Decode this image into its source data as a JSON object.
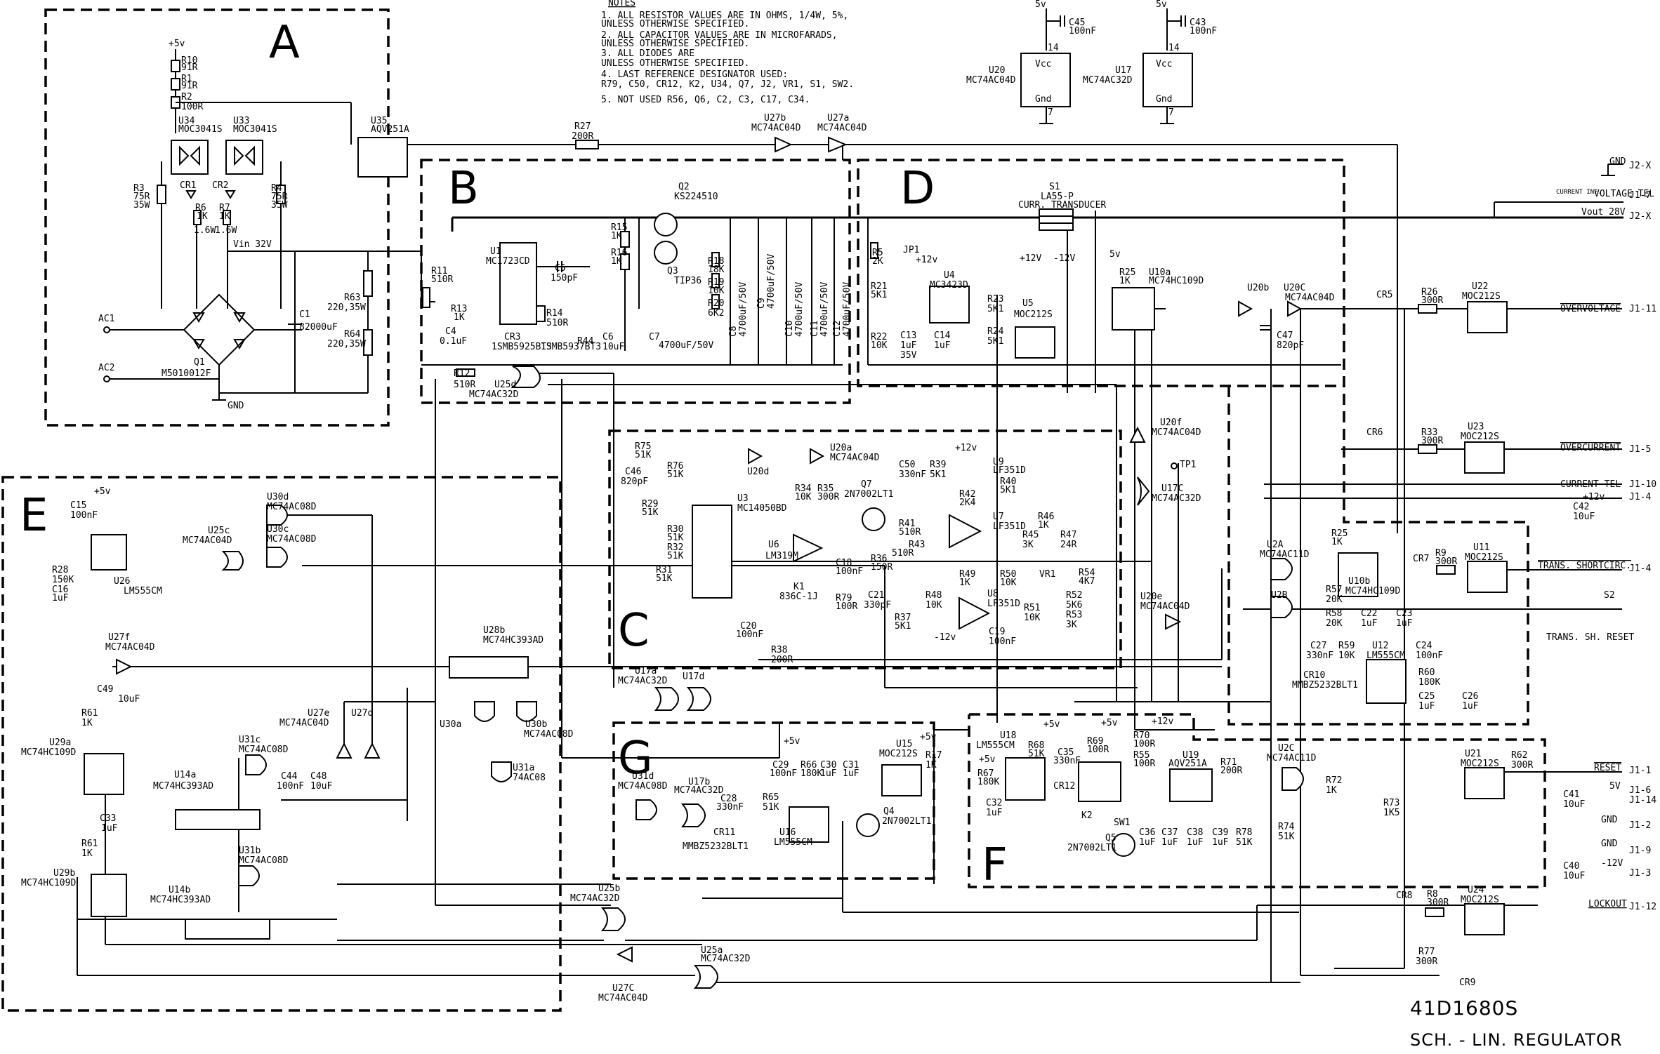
{
  "document": {
    "drawing_number": "41D1680S",
    "title": "SCH. - LIN. REGULATOR"
  },
  "notes": {
    "heading": "NOTES",
    "lines": [
      "1. ALL RESISTOR VALUES ARE IN OHMS, 1/4W, 5%,",
      "   UNLESS OTHERWISE SPECIFIED.",
      "2. ALL CAPACITOR VALUES ARE IN MICROFARADS,",
      "   UNLESS OTHERWISE SPECIFIED.",
      "3. ALL DIODES ARE",
      "   UNLESS OTHERWISE SPECIFIED.",
      "4. LAST REFERENCE DESIGNATOR USED:",
      "   R79, C50, CR12, K2, U34, Q7, J2, VR1, S1, SW2.",
      "5. NOT USED   R56, Q6, C2, C3, C17, C34."
    ]
  },
  "sections": {
    "a": "A",
    "b": "B",
    "c": "C",
    "d": "D",
    "e": "E",
    "f": "F",
    "g": "G"
  },
  "power_ics": {
    "u20": {
      "ref": "U20",
      "part": "MC74AC04D",
      "rail": "5v",
      "cap": "C45",
      "cap_val": "100nF",
      "vcc": "Vcc",
      "gnd": "Gnd",
      "pin_vcc": "14",
      "pin_gnd": "7"
    },
    "u17": {
      "ref": "U17",
      "part": "MC74AC32D",
      "rail": "5v",
      "cap": "C43",
      "cap_val": "100nF",
      "vcc": "Vcc",
      "gnd": "Gnd",
      "pin_vcc": "14",
      "pin_gnd": "7"
    }
  },
  "connectors": {
    "gnd_j2": {
      "name": "GND",
      "pin": "J2-X"
    },
    "voltage_tel": {
      "name": "VOLTAGE TEL",
      "pin": "J1-7",
      "tag": "CURRENT INF."
    },
    "vout": {
      "name": "Vout 28V",
      "pin": "J2-X"
    },
    "overvoltage": {
      "name": "OVERVOLTAGE",
      "pin": "J1-11"
    },
    "overcurrent": {
      "name": "OVERCURRENT",
      "pin": "J1-5"
    },
    "current_tel": {
      "name": "CURRENT TEL",
      "pin": "J1-10"
    },
    "plus12": {
      "name": "+12v",
      "pin": "J1-4"
    },
    "trans_short": {
      "name": "TRANS. SHORTCIRC.",
      "pin": "J1-4"
    },
    "trans_reset": {
      "name": "TRANS. SH. RESET",
      "ref": "S2"
    },
    "reset": {
      "name": "RESET",
      "pin": "J1-1"
    },
    "p5v": {
      "name": "5V",
      "pins": [
        "J1-6",
        "J1-14"
      ]
    },
    "gnd1": {
      "name": "GND",
      "pin": "J1-2"
    },
    "gnd2": {
      "name": "GND",
      "pin": "J1-9"
    },
    "m12": {
      "name": "-12V",
      "pin": "J1-3"
    },
    "lockout": {
      "name": "LOCKOUT",
      "pin": "J1-12"
    },
    "ac1": "AC1",
    "ac2": "AC2"
  },
  "section_a": {
    "rail": "+5v",
    "r10": "R10",
    "r10v": "91R",
    "r1": "R1",
    "r1v": "91R",
    "r2": "R2",
    "r2v": "100R",
    "u34": "U34",
    "u34p": "MOC3041S",
    "u33": "U33",
    "u33p": "MOC3041S",
    "u35": "U35",
    "u35p": "AQV251A",
    "r3": "R3",
    "r3v": "75R",
    "r3w": "35W",
    "r4": "R4",
    "r4v": "75R",
    "r4w": "35W",
    "cr1": "CR1",
    "cr2": "CR2",
    "r6": "R6",
    "r6v": "1K",
    "r6w": "1.6W",
    "r7": "R7",
    "r7v": "1K",
    "r7w": "1.6W",
    "vin": "Vin 32V",
    "c1": "C1",
    "c1v": "82000uF",
    "r63": "R63",
    "r63v": "220,35W",
    "r64": "R64",
    "r64v": "220,35W",
    "q1": "Q1",
    "q1p": "M5010012F",
    "gnd": "GND"
  },
  "section_b": {
    "r27": "R27",
    "r27v": "200R",
    "u27b": "U27b",
    "u27bp": "MC74AC04D",
    "u27a": "U27a",
    "u27ap": "MC74AC04D",
    "q2": "Q2",
    "q2p": "KS224510",
    "q3": "Q3",
    "q3p": "TIP36",
    "u1": "U1",
    "u1p": "MC1723CD",
    "r11": "R11",
    "r11v": "510R",
    "c5": "C5",
    "c5v": "150pF",
    "r15": "R15",
    "r15v": "1K",
    "r16": "R16",
    "r16v": "1K",
    "r18": "R18",
    "r18v": "18K",
    "r19": "R19",
    "r19v": "10K",
    "r20": "R20",
    "r20v": "6K2",
    "r13": "R13",
    "r13v": "1K",
    "r14": "R14",
    "r14v": "510R",
    "c4": "C4",
    "c4v": "0.1uF",
    "cr3": "CR3",
    "cr3p": "1SMB5925BT3",
    "cr4p": "1SMB5937BT3",
    "c6": "C6",
    "c6v": "10uF",
    "c7": "C7",
    "c7v": "4700uF/50V",
    "c8": "C8",
    "c9": "C9",
    "c10": "C10",
    "c11": "C11",
    "c12": "C12",
    "cbig": "4700uF/50V",
    "r44": "R44",
    "r12": "R12",
    "r12v": "510R",
    "u25d": "U25d",
    "u25dp": "MC74AC32D"
  },
  "section_d": {
    "s1": "S1",
    "s1p": "LA55-P",
    "s1n": "CURR. TRANSDUCER",
    "p12": "+12V",
    "m12": "-12V",
    "r5": "R5",
    "r5v": "2K",
    "jp1": "JP1",
    "jp1v": "+12v",
    "u4": "U4",
    "u4p": "MC3423D",
    "r21": "R21",
    "r21v": "5K1",
    "r22": "R22",
    "r22v": "10K",
    "c13": "C13",
    "c13v": "1uF",
    "c13w": "35V",
    "c14": "C14",
    "c14v": "1uF",
    "r23": "R23",
    "r23v": "5K1",
    "r24": "R24",
    "r24v": "5K1",
    "u5": "U5",
    "u5p": "MOC212S",
    "r25": "R25",
    "r25v": "1K",
    "rail": "5v",
    "u10a": "U10a",
    "u10ap": "MC74HC109D"
  },
  "section_right": {
    "u20b": "U20b",
    "u20c": "U20C",
    "u20cp": "MC74AC04D",
    "c47": "C47",
    "c47v": "820pF",
    "cr5": "CR5",
    "r26": "R26",
    "r26v": "300R",
    "u22": "U22",
    "u22p": "MOC212S",
    "u20f": "U20f",
    "u20fp": "MC74AC04D",
    "tp1": "TP1",
    "u17c": "U17C",
    "u17cp": "MC74AC32D",
    "cr6": "CR6",
    "r33": "R33",
    "r33v": "300R",
    "u23": "U23",
    "u23p": "MOC212S",
    "c42": "C42",
    "c42v": "10uF",
    "u2a": "U2A",
    "u2ap": "MC74AC11D",
    "r25b": "R25",
    "r25bv": "1K",
    "u10b": "U10b",
    "u10bp": "MC74HC109D",
    "cr7": "CR7",
    "r9": "R9",
    "r9v": "300R",
    "u11": "U11",
    "u11p": "MOC212S",
    "u2b": "U2B",
    "r57": "R57",
    "r57v": "20K",
    "r58": "R58",
    "r58v": "20K",
    "c22": "C22",
    "c22v": "1uF",
    "c23": "C23",
    "c23v": "1uF",
    "u20e": "U20e",
    "u20ep": "MC74AC04D",
    "c27": "C27",
    "c27v": "330nF",
    "r59": "R59",
    "r59v": "10K",
    "u12": "U12",
    "u12p": "LM555CM",
    "c24": "C24",
    "c24v": "100nF",
    "cr10": "CR10",
    "cr10p": "MMBZ5232BLT1",
    "r60": "R60",
    "r60v": "180K",
    "c25": "C25",
    "c25v": "1uF",
    "c26": "C26",
    "c26v": "1uF",
    "u2c": "U2C",
    "u2cp": "MC74AC11D",
    "r72": "R72",
    "r72v": "1K",
    "u21": "U21",
    "u21p": "MOC212S",
    "r62": "R62",
    "r62v": "300R",
    "r73": "R73",
    "r73v": "1K5",
    "r74": "R74",
    "r74v": "51K",
    "c41": "C41",
    "c41v": "10uF",
    "c40": "C40",
    "c40v": "10uF",
    "cr8": "CR8",
    "r8": "R8",
    "r8v": "300R",
    "u24": "U24",
    "u24p": "MOC212S",
    "r77": "R77",
    "r77v": "300R",
    "cr9": "CR9"
  },
  "section_c": {
    "r75": "R75",
    "r75v": "51K",
    "r76": "R76",
    "r76v": "51K",
    "c46": "C46",
    "c46v": "820pF",
    "u20d": "U20d",
    "u20a": "U20a",
    "u20ap": "MC74AC04D",
    "c50": "C50",
    "c50v": "330nF",
    "r39": "R39",
    "r39v": "5K1",
    "u9": "U9",
    "u9p": "LF351D",
    "r40": "R40",
    "r40v": "5K1",
    "r29": "R29",
    "r29v": "51K",
    "u3": "U3",
    "u3p": "MC14050BD",
    "r34": "R34",
    "r34v": "10K",
    "r35": "R35",
    "r35v": "300R",
    "q7": "Q7",
    "q7p": "2N7002LT1",
    "r42": "R42",
    "r42v": "2K4",
    "r30": "R30",
    "r30v": "51K",
    "r32": "R32",
    "r32v": "51K",
    "u6": "U6",
    "u6p": "LM319M",
    "r41": "R41",
    "r41v": "510R",
    "u7": "U7",
    "u7p": "LF351D",
    "r46": "R46",
    "r46v": "1K",
    "r43": "R43",
    "r43v": "510R",
    "r45": "R45",
    "r45v": "3K",
    "r47": "R47",
    "r47v": "24R",
    "c18": "C18",
    "c18v": "100nF",
    "r36": "R36",
    "r36v": "150R",
    "r31": "R31",
    "r31v": "51K",
    "k1": "K1",
    "k1p": "836C-1J",
    "r49": "R49",
    "r49v": "1K",
    "r50": "R50",
    "r50v": "10K",
    "vr1": "VR1",
    "r54": "R54",
    "r54v": "4K7",
    "r79": "R79",
    "r79v": "100R",
    "c21": "C21",
    "c21v": "330pF",
    "r48": "R48",
    "r48v": "10K",
    "u8": "U8",
    "u8p": "LF351D",
    "r51": "R51",
    "r51v": "10K",
    "r52": "R52",
    "r52v": "5K6",
    "r53": "R53",
    "r53v": "3K",
    "r37": "R37",
    "r37v": "5K1",
    "c20": "C20",
    "c20v": "100nF",
    "r38": "R38",
    "r38v": "200R",
    "c19": "C19",
    "c19v": "100nF",
    "p12": "+12v",
    "m12": "-12v"
  },
  "section_e": {
    "rail": "+5v",
    "c15": "C15",
    "c15v": "100nF",
    "r28": "R28",
    "r28v": "150K",
    "c16": "C16",
    "c16v": "1uF",
    "u26": "U26",
    "u26p": "LM555CM",
    "u25c": "U25c",
    "u25cp": "MC74AC04D",
    "u30d": "U30d",
    "u30dp": "MC74AC08D",
    "u30c": "U30c",
    "u30cp": "MC74AC08D",
    "u27f": "U27f",
    "u27fp": "MC74AC04D",
    "u28b": "U28b",
    "u28bp": "MC74HC393AD",
    "u30a": "U30a",
    "u30b": "U30b",
    "u30bp": "MC74AC08D",
    "u31a": "U31a",
    "u31ap": "74AC08",
    "u27e": "U27e",
    "u27ep": "MC74AC04D",
    "u27d": "U27d",
    "r61": "R61",
    "r61v": "1K",
    "c49": "C49",
    "c49v": "10uF",
    "u29a": "U29a",
    "u29ap": "MC74HC109D",
    "u14a": "U14a",
    "u14ap": "MC74HC393AD",
    "u31c": "U31c",
    "u31cp": "MC74AC08D",
    "c44": "C44",
    "c44v": "100nF",
    "c48": "C48",
    "c48v": "10uF",
    "c33": "C33",
    "c33v": "1uF",
    "u29b": "U29b",
    "u29bp": "MC74HC109D",
    "u14b": "U14b",
    "u14bp": "MC74HC393AD",
    "u31b": "U31b",
    "u31bp": "MC74AC08D",
    "u25b": "U25b",
    "u25bp": "MC74AC32D",
    "u25a": "U25a",
    "u25ap": "MC74AC32D",
    "u27c": "U27C",
    "u27cp": "MC74AC04D",
    "u17a": "U17a",
    "u17ap": "MC74AC32D",
    "u17d": "U17d"
  },
  "section_g": {
    "u31d": "U31d",
    "u31dp": "MC74AC08D",
    "u17b": "U17b",
    "u17bp": "MC74AC32D",
    "c28": "C28",
    "c28v": "330nF",
    "cr11": "CR11",
    "cr11p": "MMBZ5232BLT1",
    "c29": "C29",
    "c29v": "100nF",
    "r66": "R66",
    "r66v": "180K",
    "c30": "C30",
    "c30v": "1uF",
    "c31": "C31",
    "c31v": "1uF",
    "r65": "R65",
    "r65v": "51K",
    "u16": "U16",
    "u16p": "LM555CM",
    "u15": "U15",
    "u15p": "MOC212S",
    "r17": "R17",
    "r17v": "1K",
    "q4": "Q4",
    "q4p": "2N7002LT1",
    "rail": "+5v"
  },
  "section_f": {
    "u18": "U18",
    "u18p": "LM555CM",
    "r67": "R67",
    "r67v": "180K",
    "c32": "C32",
    "c32v": "1uF",
    "r68": "R68",
    "r68v": "51K",
    "c35": "C35",
    "c35v": "330nF",
    "cr12": "CR12",
    "r69": "R69",
    "r69v": "100R",
    "r70": "R70",
    "r70v": "100R",
    "r55": "R55",
    "r55v": "100R",
    "u19": "U19",
    "u19p": "AQV251A",
    "r71": "R71",
    "r71v": "200R",
    "k2": "K2",
    "sw1": "SW1",
    "q5": "Q5",
    "q5p": "2N7002LT1",
    "c36": "C36",
    "c37": "C37",
    "c38": "C38",
    "c39": "C39",
    "capv": "1uF",
    "r78": "R78",
    "r78v": "51K",
    "p5": "+5v",
    "p12": "+12v"
  }
}
